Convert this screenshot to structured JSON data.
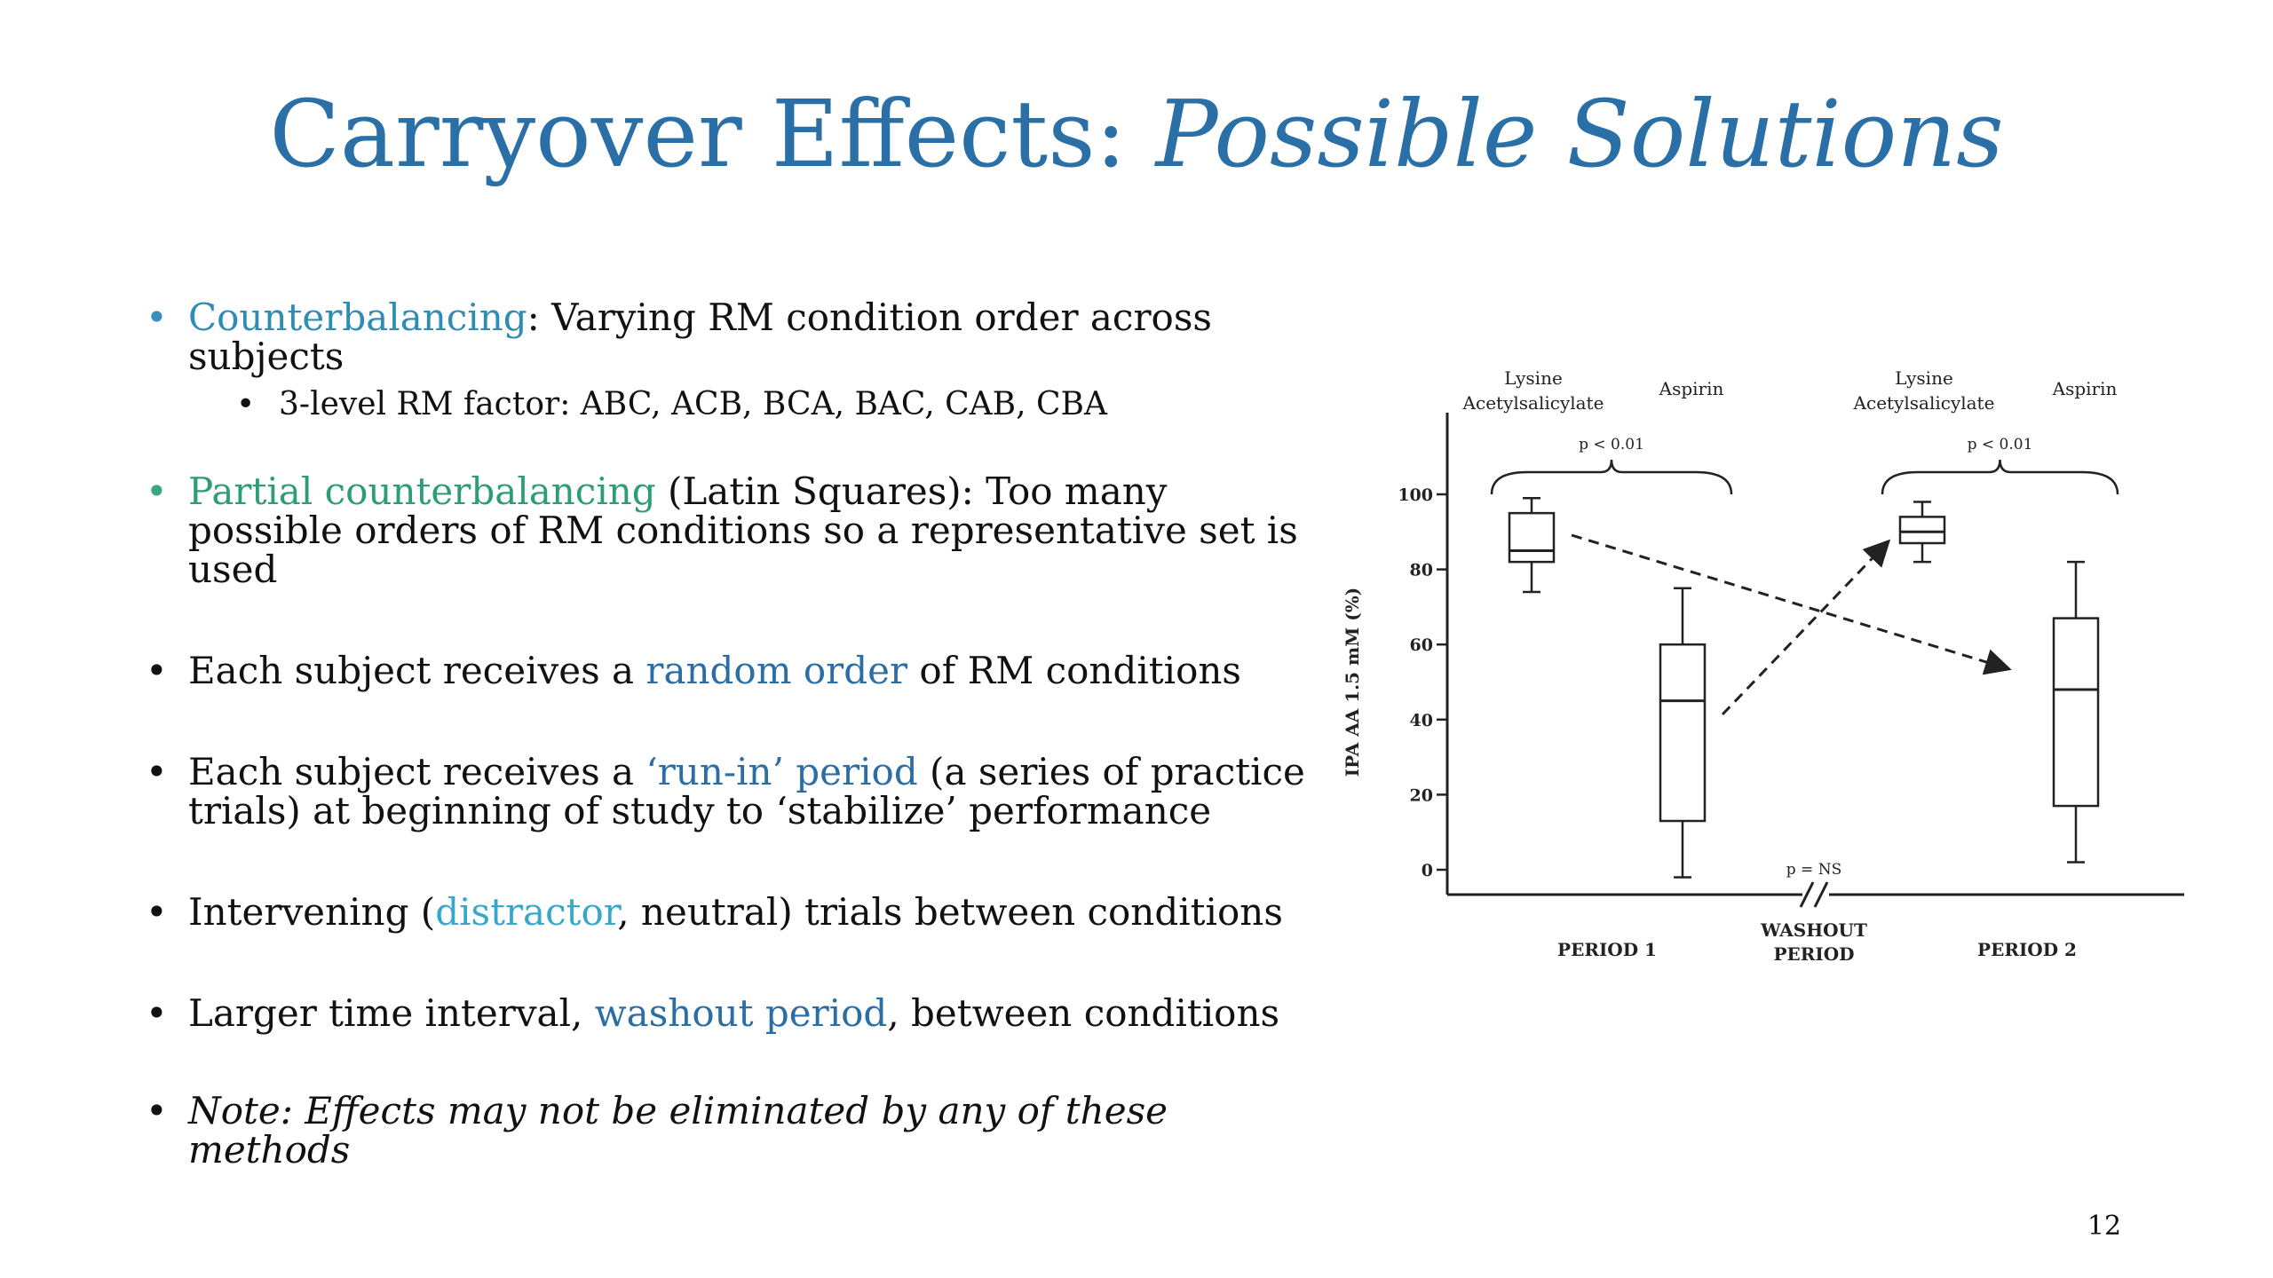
{
  "title": {
    "main": "Carryover Effects:",
    "italic": "Possible Solutions"
  },
  "bullets": [
    {
      "term": "Counterbalancing",
      "rest": ": Varying RM condition order across subjects",
      "sub": "3-level RM factor: ABC, ACB, BCA, BAC, CAB, CBA"
    },
    {
      "term": "Partial counterbalancing",
      "rest": " (Latin Squares): Too many possible orders of RM conditions so a representative set is used"
    },
    {
      "pre": "Each subject receives a ",
      "term": "random order",
      "post": " of RM conditions"
    },
    {
      "pre": "Each subject receives a ",
      "term": "‘run-in’ period",
      "post": " (a series of practice trials) at beginning of study to ‘stabilize’ performance"
    },
    {
      "pre": "Intervening (",
      "term": "distractor",
      "post": ", neutral) trials between conditions"
    },
    {
      "pre": "Larger time interval, ",
      "term": "washout period",
      "post": ", between conditions"
    },
    {
      "text": "Note: Effects may not be eliminated by any of these methods"
    }
  ],
  "page_number": "12",
  "chart_data": {
    "type": "box",
    "ylabel": "IPA AA 1.5 mM (%)",
    "ylim": [
      0,
      100
    ],
    "yticks": [
      "0",
      "20",
      "40",
      "60",
      "80",
      "100"
    ],
    "groups": [
      {
        "label": "PERIOD 1",
        "boxes": [
          {
            "label": "Lysine\nAcetylsalicylate",
            "whisker_low": 74,
            "q1": 82,
            "median": 85,
            "q3": 95,
            "whisker_high": 99
          },
          {
            "label": "Aspirin",
            "whisker_low": -2,
            "q1": 13,
            "median": 45,
            "q3": 60,
            "whisker_high": 75
          }
        ],
        "annotation": "p < 0.01"
      },
      {
        "label": "PERIOD 2",
        "boxes": [
          {
            "label": "Lysine\nAcetylsalicylate",
            "whisker_low": 82,
            "q1": 87,
            "median": 90,
            "q3": 94,
            "whisker_high": 98
          },
          {
            "label": "Aspirin",
            "whisker_low": 2,
            "q1": 17,
            "median": 48,
            "q3": 67,
            "whisker_high": 82
          }
        ],
        "annotation": "p < 0.01"
      }
    ],
    "washout_label": "WASHOUT\nPERIOD",
    "washout_annotation": "p = NS"
  }
}
